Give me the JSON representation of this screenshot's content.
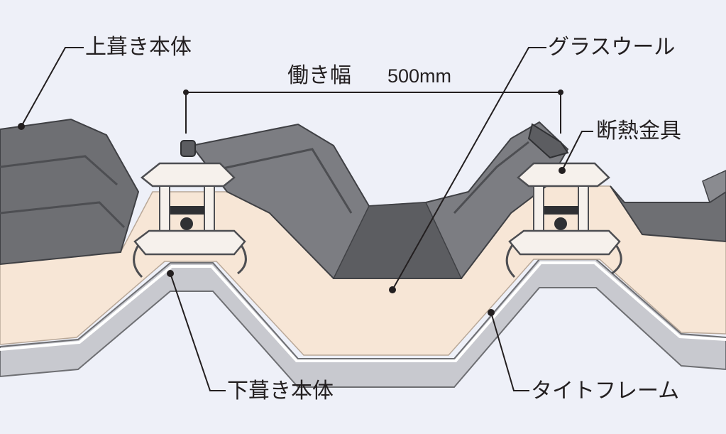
{
  "labels": {
    "upper_roof_body": "上葺き本体",
    "glass_wool": "グラスウール",
    "working_width": "働き幅",
    "width_value": "500mm",
    "insulation_bracket": "断熱金具",
    "lower_roof_body": "下葺き本体",
    "tight_frame": "タイトフレーム"
  },
  "colors": {
    "background": "#eef0f8",
    "roof_metal": "#6e6f73",
    "roof_metal_dark": "#4d4e52",
    "glass_wool": "#f7e6d6",
    "bracket": "#f6f1ec",
    "leader_line": "#231f20"
  }
}
